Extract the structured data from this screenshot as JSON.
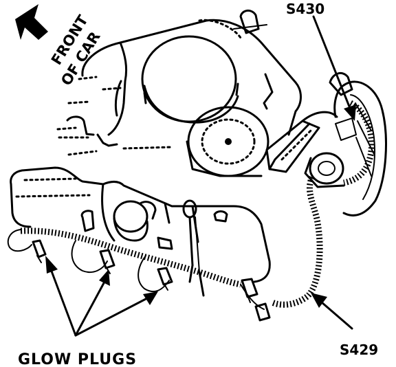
{
  "labels": {
    "front_of_car_line1": "FRONT",
    "front_of_car_line2": "OF CAR",
    "s430": "S430",
    "s429": "S429",
    "glow_plugs": "GLOW PLUGS"
  },
  "colors": {
    "ink": "#000000",
    "paper": "#ffffff"
  }
}
